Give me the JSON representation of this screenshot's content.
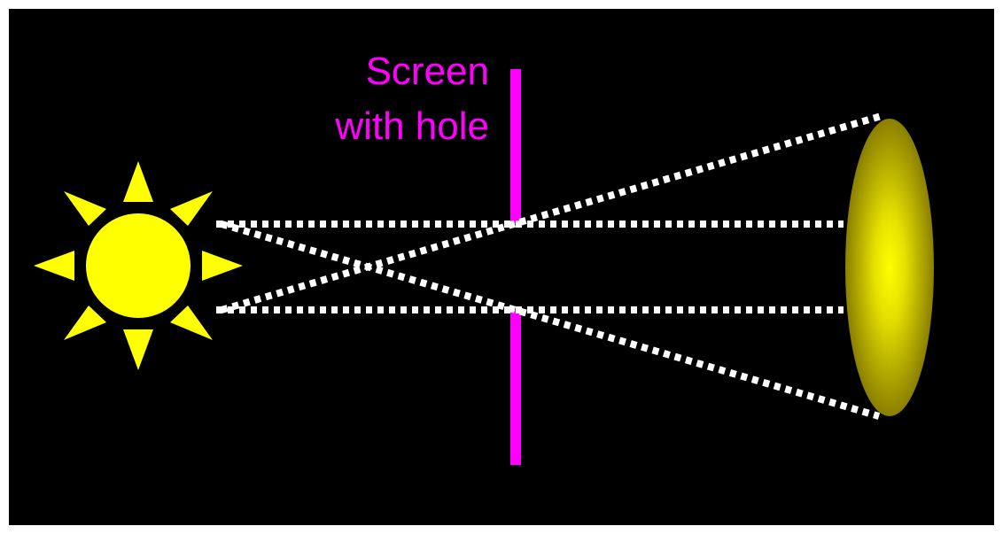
{
  "screen_label": {
    "line1": "Screen",
    "line2": "with hole"
  },
  "colors": {
    "background": "#000000",
    "frame": "#ffffff",
    "screen": "#ff00ff",
    "sun": "#ffff00",
    "rays": "#ffffff",
    "image_center": "#ffff00",
    "image_edge": "#8a7f00"
  },
  "icons": {
    "light_source": "sun-icon",
    "projected_image": "ellipse-image"
  }
}
